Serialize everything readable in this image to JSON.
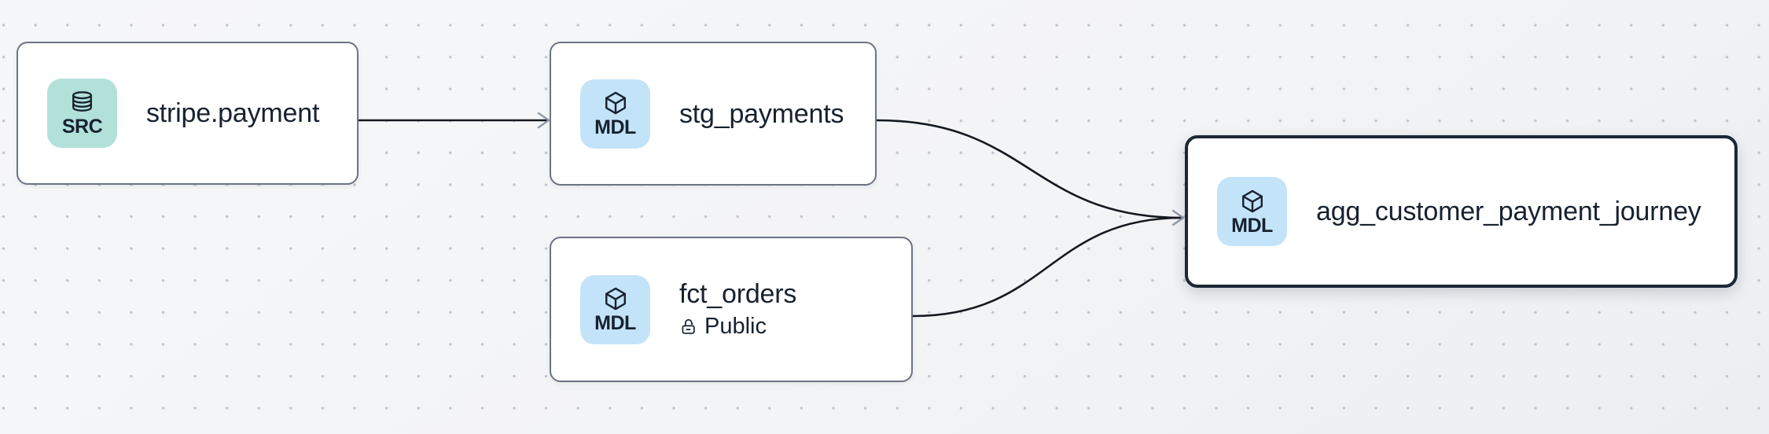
{
  "canvas": {
    "background_color": "#f4f5f7",
    "dot_color": "#c1c4cc"
  },
  "nodes": [
    {
      "id": "stripe.payment",
      "label": "stripe.payment",
      "type": "source",
      "badge": {
        "label": "SRC",
        "icon": "database-icon",
        "color": "#b2e1da"
      },
      "selected": false
    },
    {
      "id": "stg_payments",
      "label": "stg_payments",
      "type": "model",
      "badge": {
        "label": "MDL",
        "icon": "cube-icon",
        "color": "#c3e3f9"
      },
      "selected": false
    },
    {
      "id": "fct_orders",
      "label": "fct_orders",
      "type": "model",
      "badge": {
        "label": "MDL",
        "icon": "cube-icon",
        "color": "#c3e3f9"
      },
      "access_label": "Public",
      "access_icon": "unlock-icon",
      "selected": false
    },
    {
      "id": "agg_customer_payment_journey",
      "label": "agg_customer_payment_journey",
      "type": "model",
      "badge": {
        "label": "MDL",
        "icon": "cube-icon",
        "color": "#c3e3f9"
      },
      "selected": true
    }
  ],
  "edges": [
    {
      "source": "stripe.payment",
      "target": "stg_payments"
    },
    {
      "source": "stg_payments",
      "target": "agg_customer_payment_journey"
    },
    {
      "source": "fct_orders",
      "target": "agg_customer_payment_journey"
    }
  ],
  "colors": {
    "node_background": "#ffffff",
    "node_border": "#6c7484",
    "selected_node_border": "#1c2736",
    "edge": "#14181f",
    "arrowhead": "#909aa8",
    "text": "#17212f"
  }
}
